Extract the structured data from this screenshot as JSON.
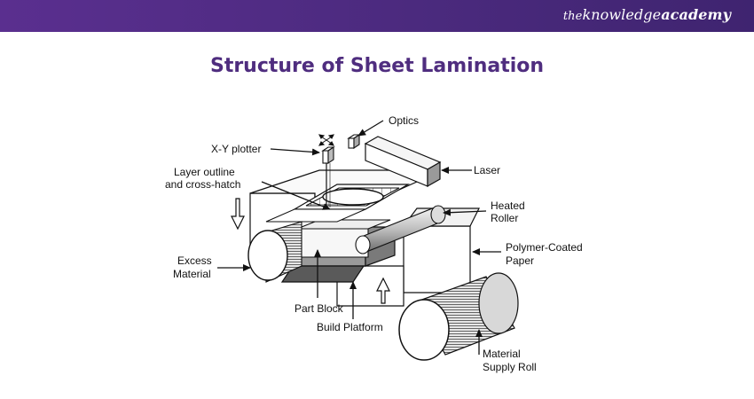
{
  "header": {
    "brand_prefix": "the",
    "brand_name": "knowledge",
    "brand_suffix": "academy",
    "bar_color": "#4b2a7e"
  },
  "title": "Structure of Sheet Lamination",
  "title_color": "#4f2d7f",
  "diagram": {
    "labels": {
      "optics": "Optics",
      "xy_plotter": "X-Y plotter",
      "layer_outline_1": "Layer outline",
      "layer_outline_2": "and cross-hatch",
      "laser": "Laser",
      "heated_roller_1": "Heated",
      "heated_roller_2": "Roller",
      "polymer_paper_1": "Polymer-Coated",
      "polymer_paper_2": "Paper",
      "excess_material_1": "Excess",
      "excess_material_2": "Material",
      "part_block": "Part Block",
      "build_platform": "Build Platform",
      "supply_roll_1": "Material",
      "supply_roll_2": "Supply Roll"
    }
  }
}
